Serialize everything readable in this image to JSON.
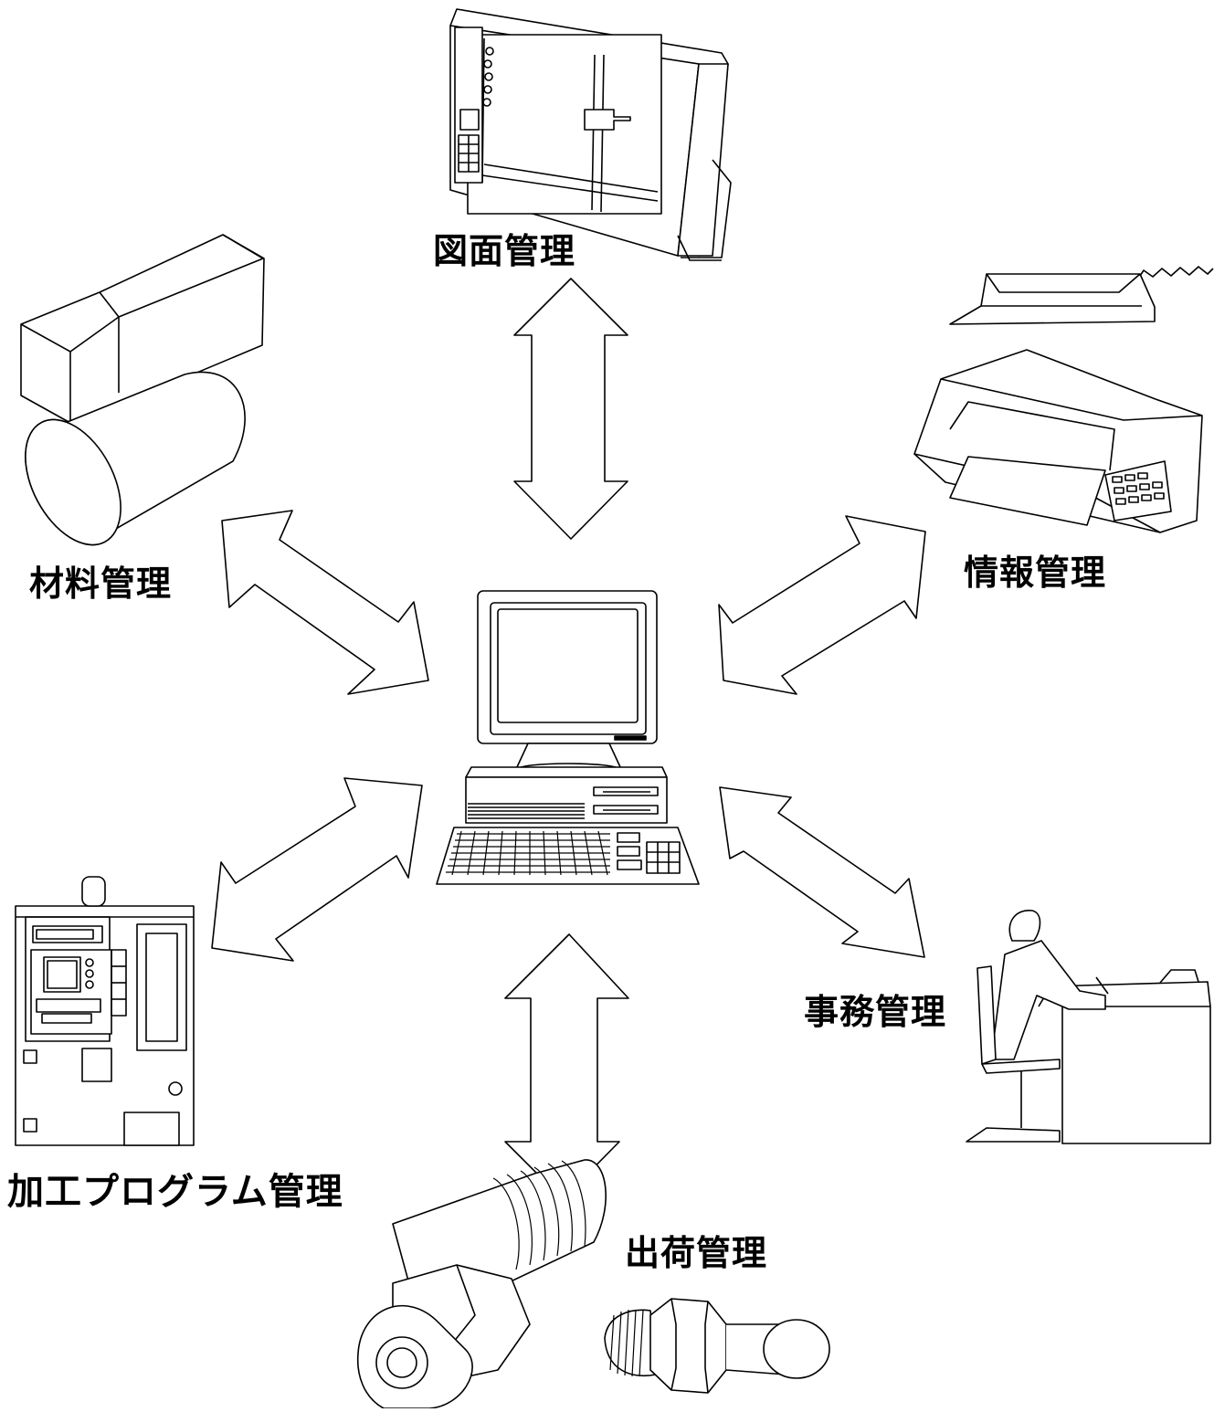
{
  "diagram": {
    "hub": {
      "icon": "personal-computer-icon"
    },
    "nodes": [
      {
        "id": "drawing",
        "label": "図面管理",
        "icon": "drafting-board-icon"
      },
      {
        "id": "material",
        "label": "材料管理",
        "icon": "raw-material-stock-icon"
      },
      {
        "id": "info",
        "label": "情報管理",
        "icon": "printer-plotter-icon"
      },
      {
        "id": "office",
        "label": "事務管理",
        "icon": "office-worker-desk-icon"
      },
      {
        "id": "program",
        "label": "加工プログラム管理",
        "icon": "cnc-machine-icon"
      },
      {
        "id": "shipping",
        "label": "出荷管理",
        "icon": "threaded-parts-icon"
      }
    ]
  }
}
